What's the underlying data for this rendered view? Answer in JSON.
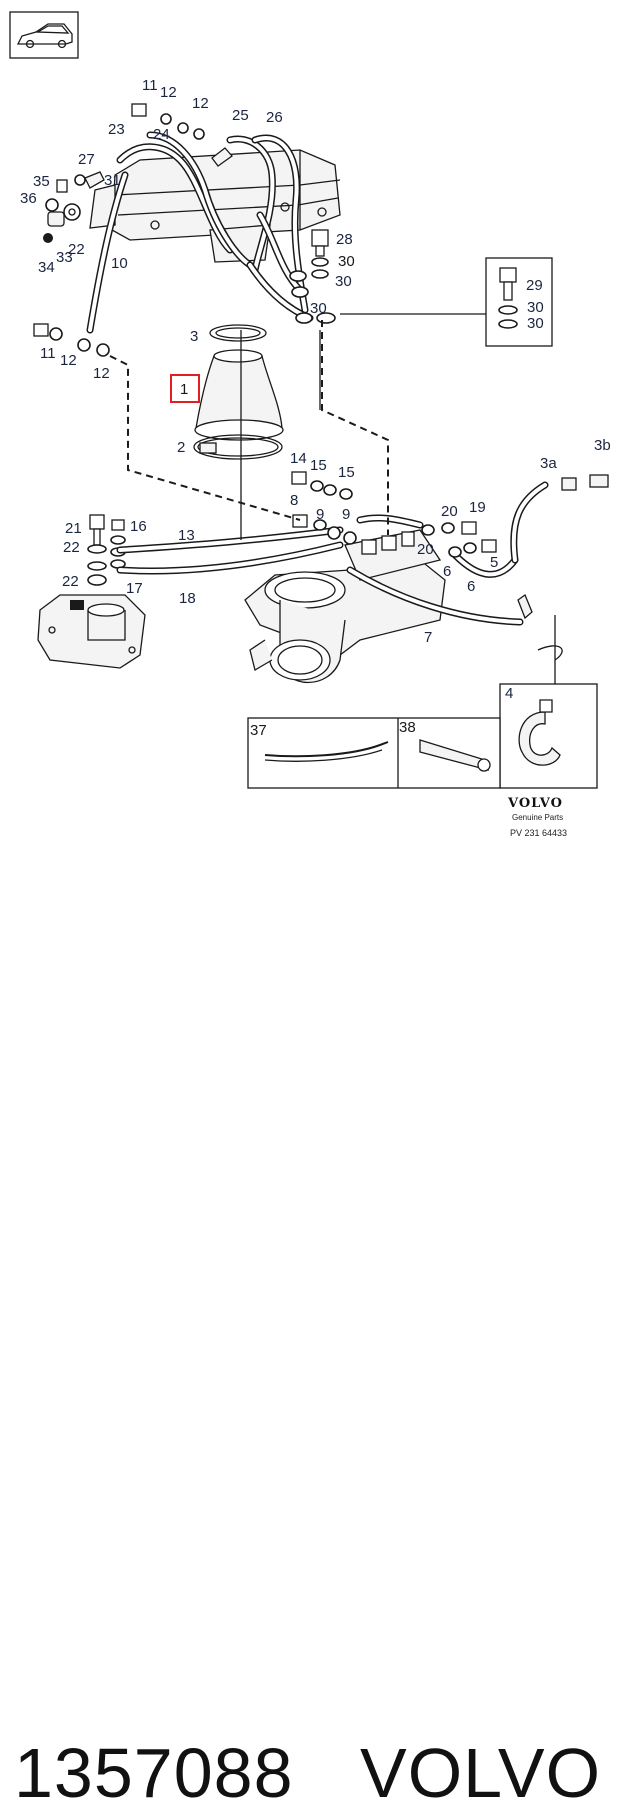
{
  "diagram": {
    "callouts": {
      "c11a": "11",
      "c12a": "12",
      "c12b": "12",
      "c23": "23",
      "c24": "24",
      "c25": "25",
      "c26": "26",
      "c27": "27",
      "c31": "31",
      "c35": "35",
      "c36": "36",
      "c22a": "22",
      "c33": "33",
      "c34": "34",
      "c10": "10",
      "c28": "28",
      "c30a": "30",
      "c30b": "30",
      "c30c": "30",
      "c29": "29",
      "c30d": "30",
      "c30e": "30",
      "c11b": "11",
      "c12c": "12",
      "c12d": "12",
      "c3": "3",
      "c1": "1",
      "c2": "2",
      "c14": "14",
      "c15a": "15",
      "c15b": "15",
      "c8": "8",
      "c9a": "9",
      "c9b": "9",
      "c20a": "20",
      "c19": "19",
      "c20b": "20",
      "c6a": "6",
      "c6b": "6",
      "c5": "5",
      "c3a": "3a",
      "c3b": "3b",
      "c21": "21",
      "c16": "16",
      "c22b": "22",
      "c22c": "22",
      "c13": "13",
      "c17": "17",
      "c18": "18",
      "c7": "7",
      "c4": "4",
      "c37": "37",
      "c38": "38"
    },
    "highlight_color": "#e02020",
    "brand_logo": "VOLVO",
    "genuine_parts": "Genuine Parts",
    "reference": "PV 231 64433"
  },
  "footer": {
    "part_number": "1357088",
    "brand": "VOLVO"
  }
}
